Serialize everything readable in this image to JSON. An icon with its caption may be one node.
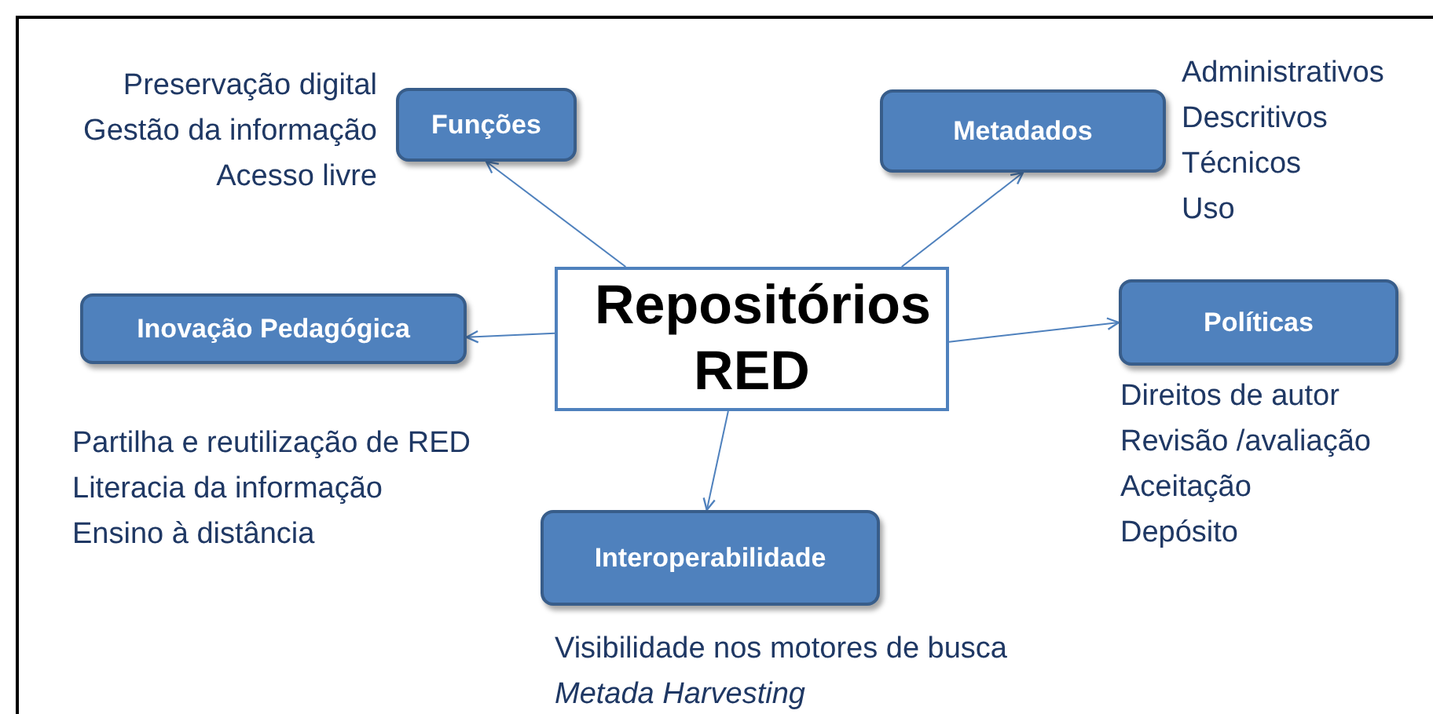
{
  "diagram": {
    "nodes": [
      {
        "text": [
          "Repositórios RED"
        ]
      },
      {
        "text": [
          "Funções"
        ],
        "beside": [
          "Preservação digital",
          "Gestão da informação",
          "Acesso livre"
        ]
      },
      {
        "text": [
          "Metadados"
        ],
        "beside": [
          "Administrativos",
          "Descritivos",
          "Técnicos",
          "Uso"
        ]
      },
      {
        "text": [
          "Inovação Pedagógica"
        ],
        "beside": [
          "Partilha e reutilização de RED",
          "Literacia da informação",
          "Ensino à distância"
        ]
      },
      {
        "text": [
          "Políticas"
        ],
        "beside": [
          "Direitos de autor",
          "Revisão /avaliação",
          "Aceitação",
          "Depósito"
        ]
      },
      {
        "text": [
          "Interoperabilidade"
        ],
        "beside": [
          "Visibilidade nos motores de busca",
          "*Metada Harvesting*"
        ]
      }
    ],
    "edges": [
      {
        "from": 0,
        "to": 1,
        "arrow": "to"
      },
      {
        "from": 0,
        "to": 2,
        "arrow": "to"
      },
      {
        "from": 0,
        "to": 3,
        "arrow": "to"
      },
      {
        "from": 0,
        "to": 4,
        "arrow": "to"
      },
      {
        "from": 0,
        "to": 5,
        "arrow": "to"
      }
    ]
  }
}
